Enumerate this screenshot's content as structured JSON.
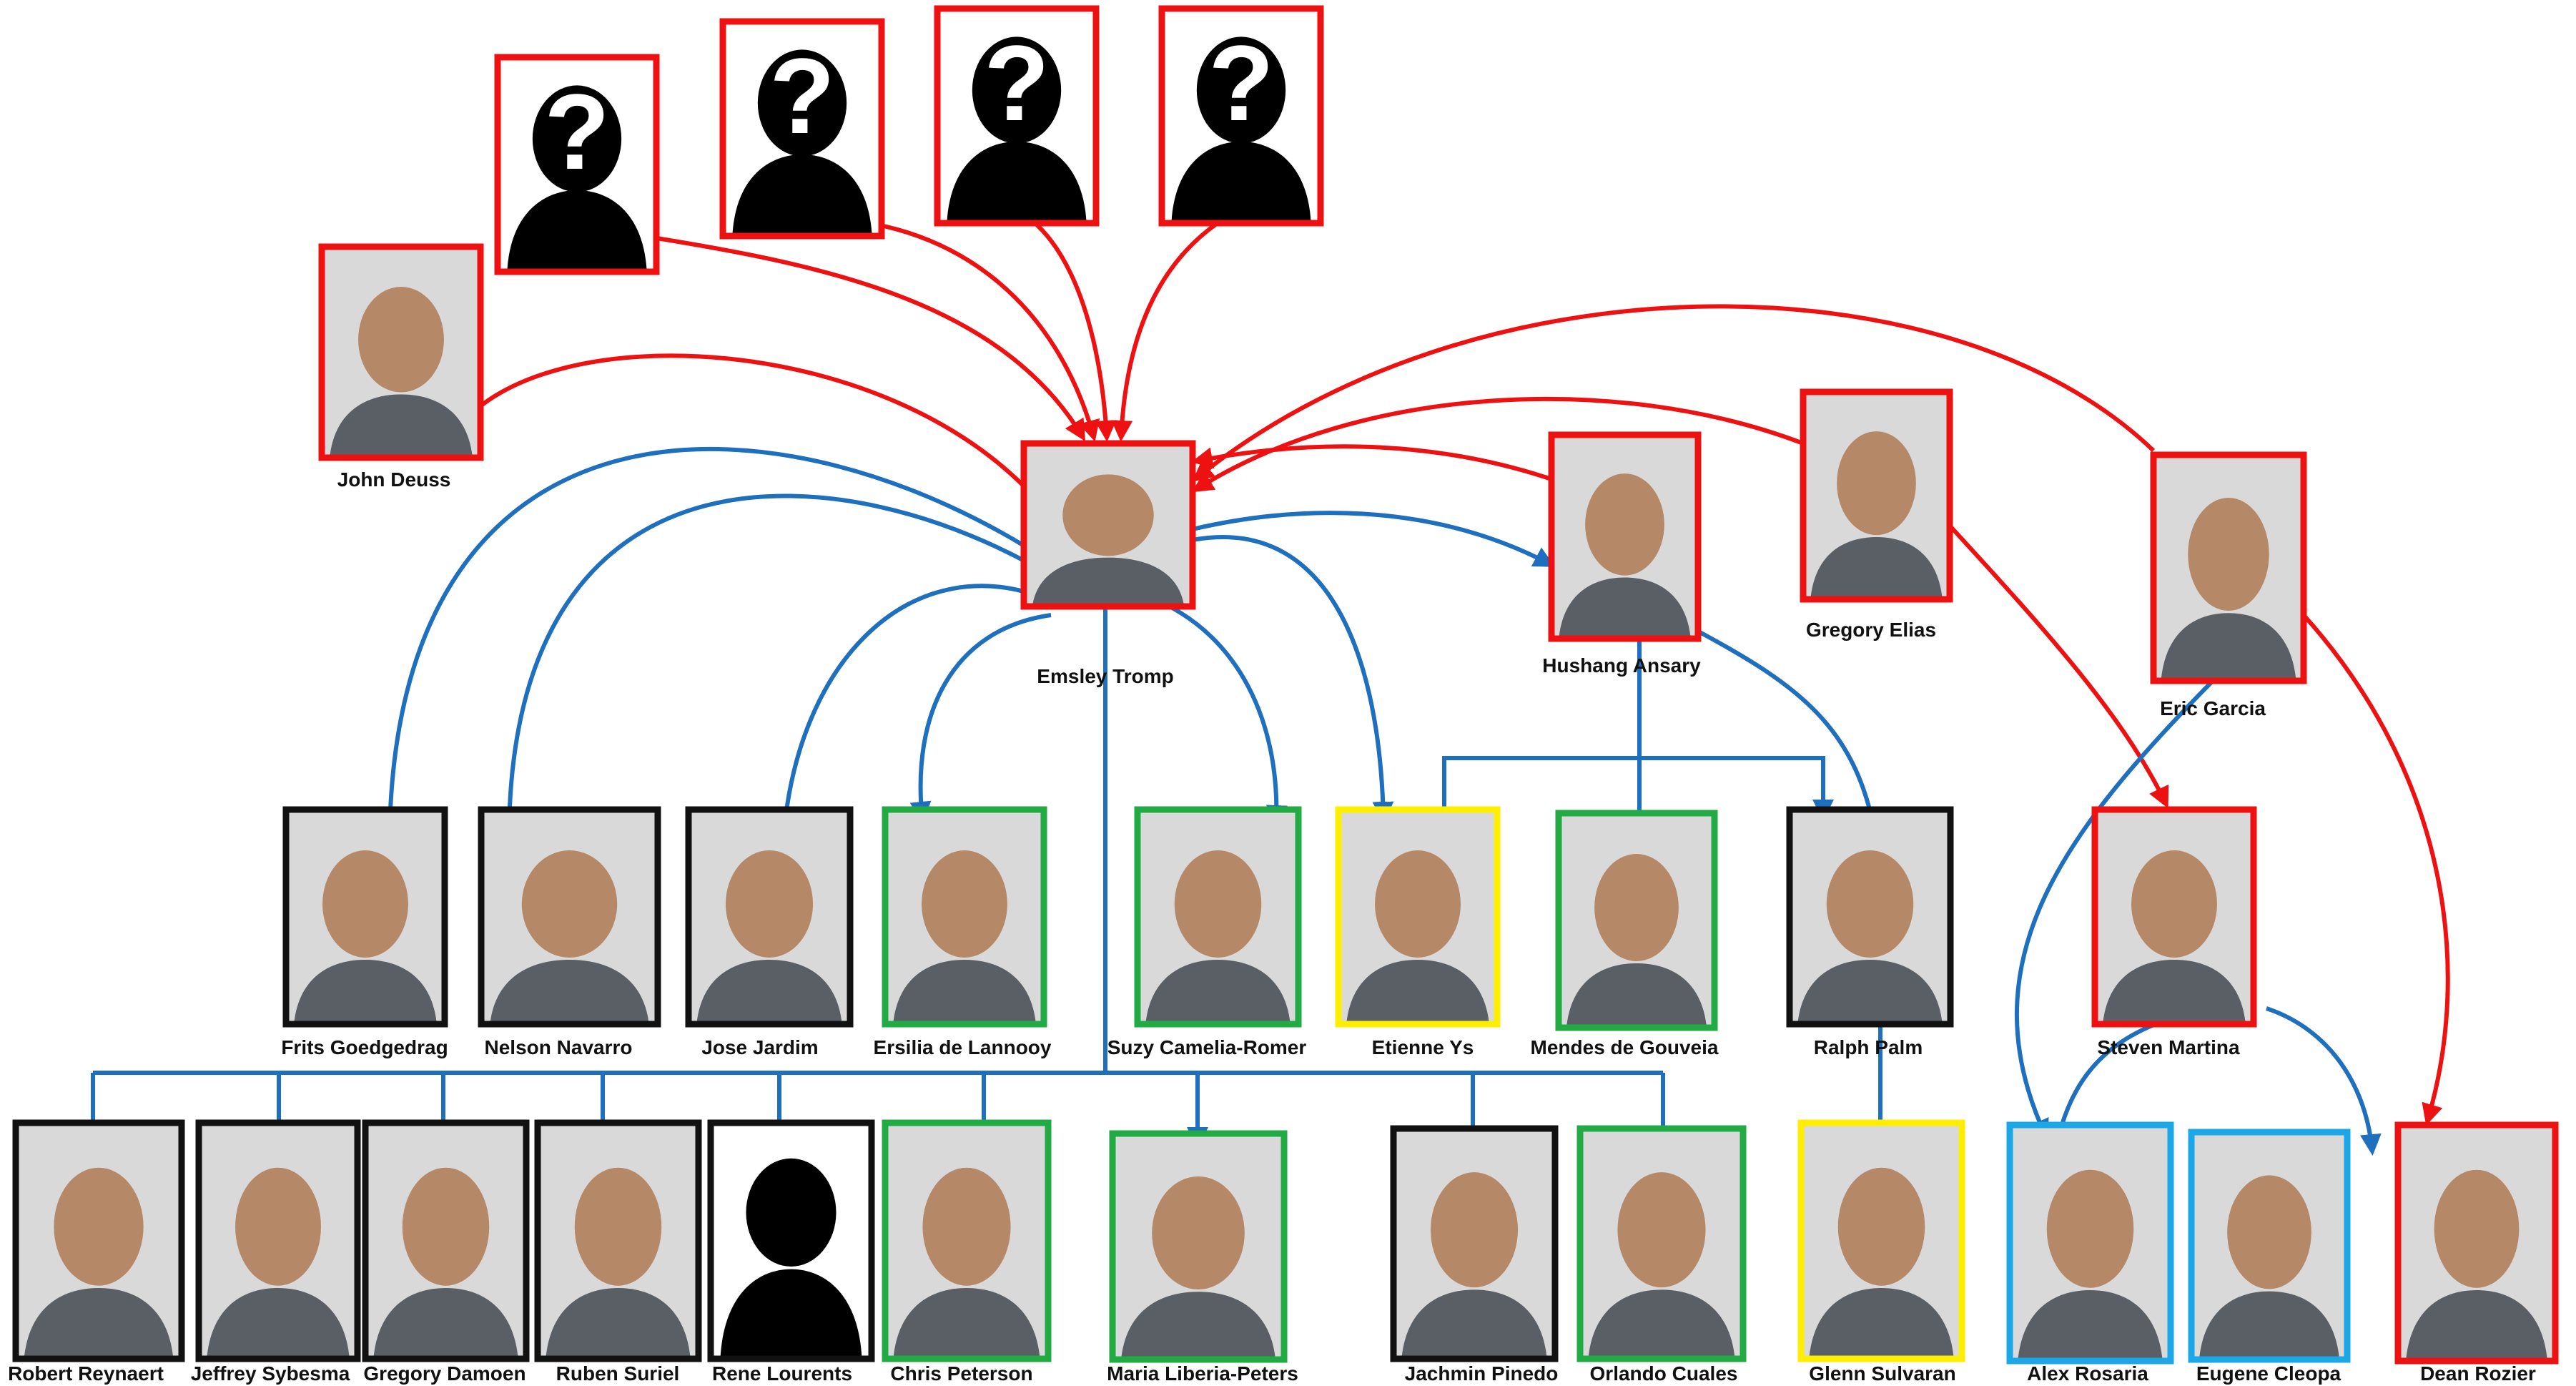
{
  "colors": {
    "red": "#ee1111",
    "blue": "#1f6fbf",
    "black": "#111111",
    "green": "#22aa44",
    "yellow": "#ffee00",
    "cyan": "#1ca7e6",
    "center_fill": "#f4b6a6"
  },
  "people": [
    {
      "key": "unknown-1",
      "label": "",
      "border": "red",
      "silhouette": true,
      "question_mark": true
    },
    {
      "key": "unknown-2",
      "label": "",
      "border": "red",
      "silhouette": true,
      "question_mark": true
    },
    {
      "key": "unknown-3",
      "label": "",
      "border": "red",
      "silhouette": true,
      "question_mark": true
    },
    {
      "key": "unknown-4",
      "label": "",
      "border": "red",
      "silhouette": true,
      "question_mark": true
    },
    {
      "key": "john-deuss",
      "label": "John Deuss",
      "border": "red"
    },
    {
      "key": "emsley-tromp",
      "label": "Emsley Tromp",
      "border": "red",
      "center": true
    },
    {
      "key": "hushang-ansary",
      "label": "Hushang Ansary",
      "border": "red"
    },
    {
      "key": "gregory-elias",
      "label": "Gregory Elias",
      "border": "red"
    },
    {
      "key": "eric-garcia",
      "label": "Eric Garcia",
      "border": "red"
    },
    {
      "key": "frits-goedgedrag",
      "label": "Frits Goedgedrag",
      "border": "black"
    },
    {
      "key": "nelson-navarro",
      "label": "Nelson Navarro",
      "border": "black"
    },
    {
      "key": "jose-jardim",
      "label": "Jose Jardim",
      "border": "black"
    },
    {
      "key": "ersilia-de-lannooy",
      "label": "Ersilia de Lannooy",
      "border": "green"
    },
    {
      "key": "suzy-camelia-romer",
      "label": "Suzy Camelia-Romer",
      "border": "green"
    },
    {
      "key": "etienne-ys",
      "label": "Etienne Ys",
      "border": "yellow"
    },
    {
      "key": "mendes-de-gouveia",
      "label": "Mendes de Gouveia",
      "border": "green"
    },
    {
      "key": "ralph-palm",
      "label": "Ralph Palm",
      "border": "black"
    },
    {
      "key": "steven-martina",
      "label": "Steven Martina",
      "border": "red"
    },
    {
      "key": "robert-reynaert",
      "label": "Robert Reynaert",
      "border": "black"
    },
    {
      "key": "jeffrey-sybesma",
      "label": "Jeffrey Sybesma",
      "border": "black"
    },
    {
      "key": "gregory-damoen",
      "label": "Gregory Damoen",
      "border": "black"
    },
    {
      "key": "ruben-suriel",
      "label": "Ruben Suriel",
      "border": "black"
    },
    {
      "key": "rene-lourents",
      "label": "Rene Lourents",
      "border": "black",
      "silhouette": true
    },
    {
      "key": "chris-peterson",
      "label": "Chris Peterson",
      "border": "green"
    },
    {
      "key": "maria-liberia-peters",
      "label": "Maria Liberia-Peters",
      "border": "green"
    },
    {
      "key": "jachmin-pinedo",
      "label": "Jachmin Pinedo",
      "border": "black"
    },
    {
      "key": "orlando-cuales",
      "label": "Orlando Cuales",
      "border": "green"
    },
    {
      "key": "glenn-sulvaran",
      "label": "Glenn Sulvaran",
      "border": "yellow"
    },
    {
      "key": "alex-rosaria",
      "label": "Alex Rosaria",
      "border": "cyan"
    },
    {
      "key": "eugene-cleopa",
      "label": "Eugene Cleopa",
      "border": "cyan"
    },
    {
      "key": "dean-rozier",
      "label": "Dean Rozier",
      "border": "red"
    }
  ],
  "links": [
    {
      "from": "unknown-1",
      "to": "emsley-tromp",
      "color": "red"
    },
    {
      "from": "unknown-2",
      "to": "emsley-tromp",
      "color": "red"
    },
    {
      "from": "unknown-3",
      "to": "emsley-tromp",
      "color": "red"
    },
    {
      "from": "unknown-4",
      "to": "emsley-tromp",
      "color": "red"
    },
    {
      "from": "john-deuss",
      "to": "emsley-tromp",
      "color": "red"
    },
    {
      "from": "hushang-ansary",
      "to": "emsley-tromp",
      "color": "red"
    },
    {
      "from": "gregory-elias",
      "to": "emsley-tromp",
      "color": "red"
    },
    {
      "from": "eric-garcia",
      "to": "emsley-tromp",
      "color": "red"
    },
    {
      "from": "gregory-elias",
      "to": "steven-martina",
      "color": "red"
    },
    {
      "from": "eric-garcia",
      "to": "dean-rozier",
      "color": "red"
    },
    {
      "from": "emsley-tromp",
      "to": "frits-goedgedrag",
      "color": "blue"
    },
    {
      "from": "emsley-tromp",
      "to": "nelson-navarro",
      "color": "blue"
    },
    {
      "from": "emsley-tromp",
      "to": "jose-jardim",
      "color": "blue"
    },
    {
      "from": "emsley-tromp",
      "to": "ersilia-de-lannooy",
      "color": "blue"
    },
    {
      "from": "emsley-tromp",
      "to": "suzy-camelia-romer",
      "color": "blue"
    },
    {
      "from": "emsley-tromp",
      "to": "etienne-ys",
      "color": "blue"
    },
    {
      "from": "emsley-tromp",
      "to": "hushang-ansary",
      "color": "blue"
    },
    {
      "from": "hushang-ansary",
      "to": "mendes-de-gouveia",
      "color": "blue"
    },
    {
      "from": "hushang-ansary",
      "to": "ralph-palm",
      "color": "blue"
    },
    {
      "from": "hushang-ansary",
      "to": "etienne-ys",
      "color": "blue"
    },
    {
      "from": "ralph-palm",
      "to": "glenn-sulvaran",
      "color": "blue"
    },
    {
      "from": "eric-garcia",
      "to": "alex-rosaria",
      "color": "blue"
    },
    {
      "from": "steven-martina",
      "to": "alex-rosaria",
      "color": "blue"
    },
    {
      "from": "steven-martina",
      "to": "eugene-cleopa",
      "color": "blue"
    },
    {
      "from": "emsley-tromp",
      "to": "robert-reynaert",
      "color": "blue"
    },
    {
      "from": "emsley-tromp",
      "to": "jeffrey-sybesma",
      "color": "blue"
    },
    {
      "from": "emsley-tromp",
      "to": "gregory-damoen",
      "color": "blue"
    },
    {
      "from": "emsley-tromp",
      "to": "ruben-suriel",
      "color": "blue"
    },
    {
      "from": "emsley-tromp",
      "to": "rene-lourents",
      "color": "blue"
    },
    {
      "from": "emsley-tromp",
      "to": "chris-peterson",
      "color": "blue"
    },
    {
      "from": "emsley-tromp",
      "to": "maria-liberia-peters",
      "color": "blue"
    },
    {
      "from": "emsley-tromp",
      "to": "jachmin-pinedo",
      "color": "blue"
    },
    {
      "from": "emsley-tromp",
      "to": "orlando-cuales",
      "color": "blue"
    }
  ]
}
